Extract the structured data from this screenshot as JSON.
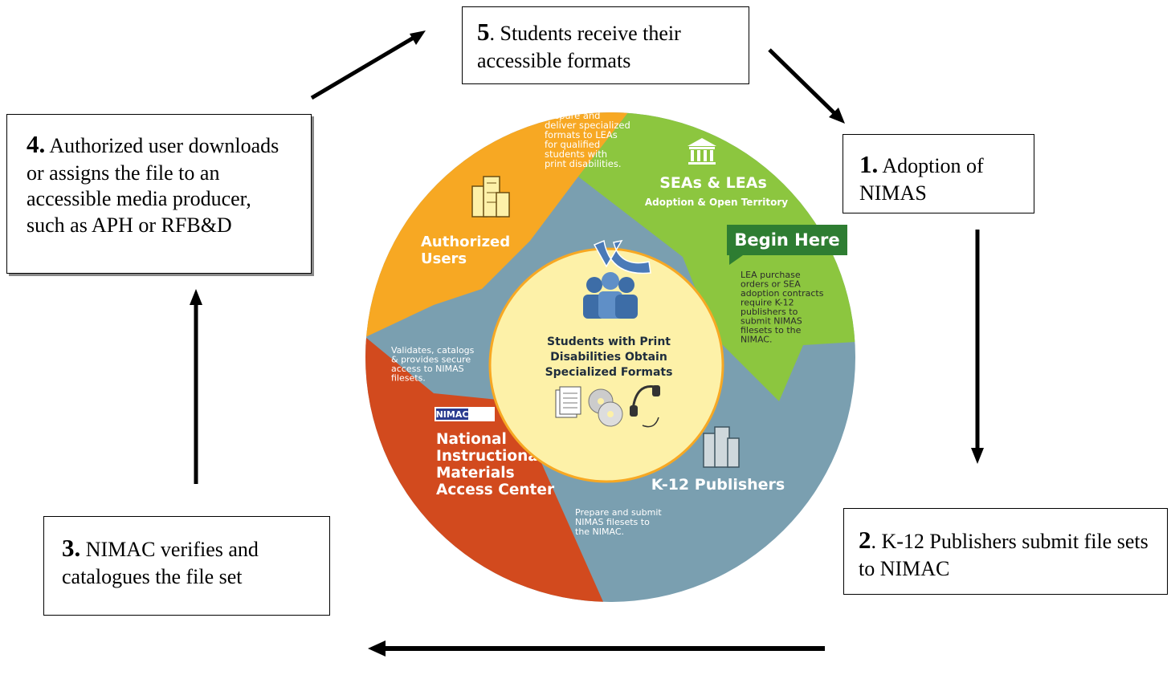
{
  "steps": {
    "s1": {
      "num": "1.",
      "text": " Adoption of NIMAS"
    },
    "s2": {
      "num": "2",
      "text": ". K-12 Publishers submit file sets to NIMAC"
    },
    "s3": {
      "num": "3.",
      "text": " NIMAC verifies and catalogues the file set"
    },
    "s4": {
      "num": "4.",
      "text": " Authorized user downloads or assigns the file to an accessible media producer, such as APH or RFB&D"
    },
    "s5": {
      "num": "5",
      "text": ". Students receive their accessible formats"
    }
  },
  "wheel": {
    "seas_title": "SEAs & LEAs",
    "seas_subtitle": "Adoption & Open Territory",
    "begin_here": "Begin Here",
    "seas_desc": [
      "LEA purchase",
      "orders or SEA",
      "adoption contracts",
      "require K-12",
      "publishers to",
      "submit NIMAS",
      "filesets to the",
      "NIMAC."
    ],
    "publishers_title": "K-12 Publishers",
    "publishers_desc": [
      "Prepare and submit",
      "NIMAS filesets to",
      "the NIMAC."
    ],
    "nimac_title": [
      "National",
      "Instructional",
      "Materials",
      "Access Center"
    ],
    "nimac_desc": [
      "Validates, catalogs",
      "& provides secure",
      "access to NIMAS",
      "filesets."
    ],
    "nimac_logo": "NIMAC",
    "auth_title": [
      "Authorized",
      "Users"
    ],
    "auth_desc": [
      "Prepare and",
      "deliver specialized",
      "formats to LEAs",
      "for qualified",
      "students with",
      "print disabilities."
    ],
    "center_text": [
      "Students with Print",
      "Disabilities Obtain",
      "Specialized Formats"
    ]
  },
  "colors": {
    "green": "#8cc63f",
    "blue": "#7a9fb0",
    "red": "#d24a1e",
    "orange": "#f7a823",
    "center": "#fdf1a8",
    "banner": "#2e7d32"
  }
}
